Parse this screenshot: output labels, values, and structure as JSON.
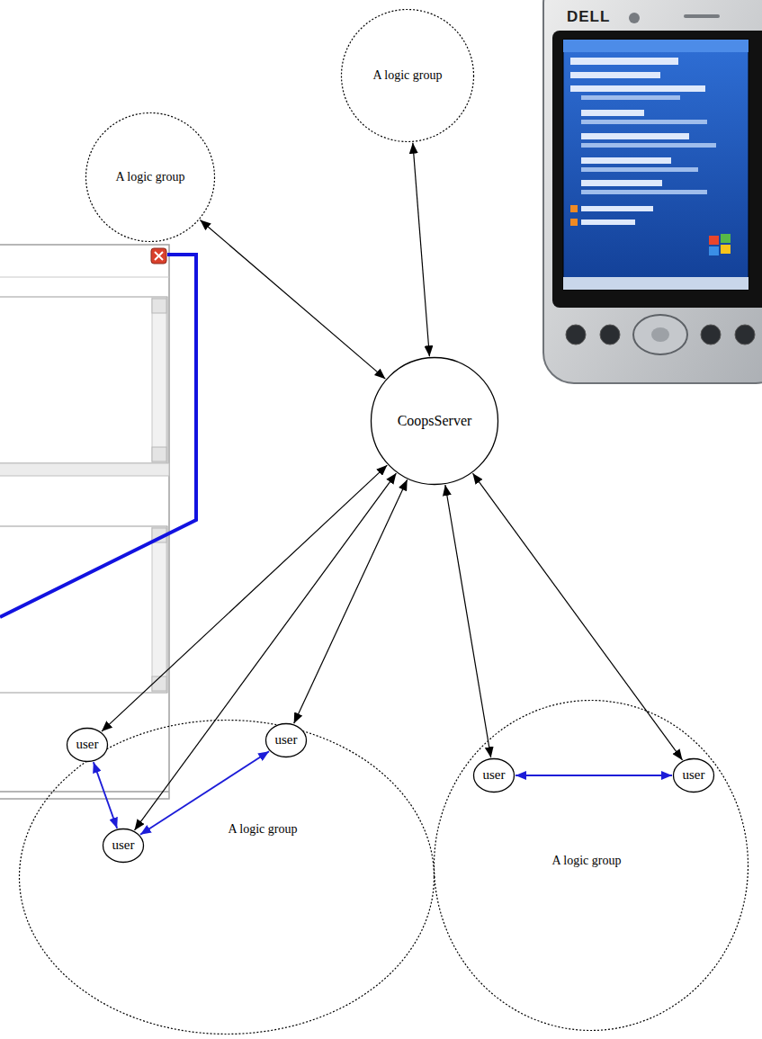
{
  "diagram": {
    "nodes": [
      {
        "text": [
          "A logic group"
        ]
      },
      {
        "text": [
          "A logic group"
        ]
      },
      {
        "text": [
          "CoopsServer"
        ]
      },
      {
        "text": [
          "A logic group"
        ]
      },
      {
        "text": [
          "user"
        ],
        "in": 3
      },
      {
        "text": [
          "user"
        ],
        "in": 3
      },
      {
        "text": [
          "user"
        ],
        "in": 3
      },
      {
        "text": [
          "A logic group"
        ]
      },
      {
        "text": [
          "user"
        ],
        "in": 7
      },
      {
        "text": [
          "user"
        ],
        "in": 7
      }
    ],
    "edges": [
      {
        "from": 1,
        "to": 2,
        "arrow": "both"
      },
      {
        "from": 0,
        "to": 2,
        "arrow": "both"
      },
      {
        "from": 2,
        "to": 4,
        "arrow": "both"
      },
      {
        "from": 2,
        "to": 6,
        "arrow": "both"
      },
      {
        "from": 2,
        "to": 5,
        "arrow": "both"
      },
      {
        "from": 2,
        "to": 8,
        "arrow": "both"
      },
      {
        "from": 2,
        "to": 9,
        "arrow": "both"
      },
      {
        "from": 4,
        "to": 6,
        "arrow": "both"
      },
      {
        "from": 6,
        "to": 5,
        "arrow": "both"
      },
      {
        "from": 8,
        "to": 9,
        "arrow": "both"
      }
    ],
    "labels": [
      "DELL"
    ]
  }
}
